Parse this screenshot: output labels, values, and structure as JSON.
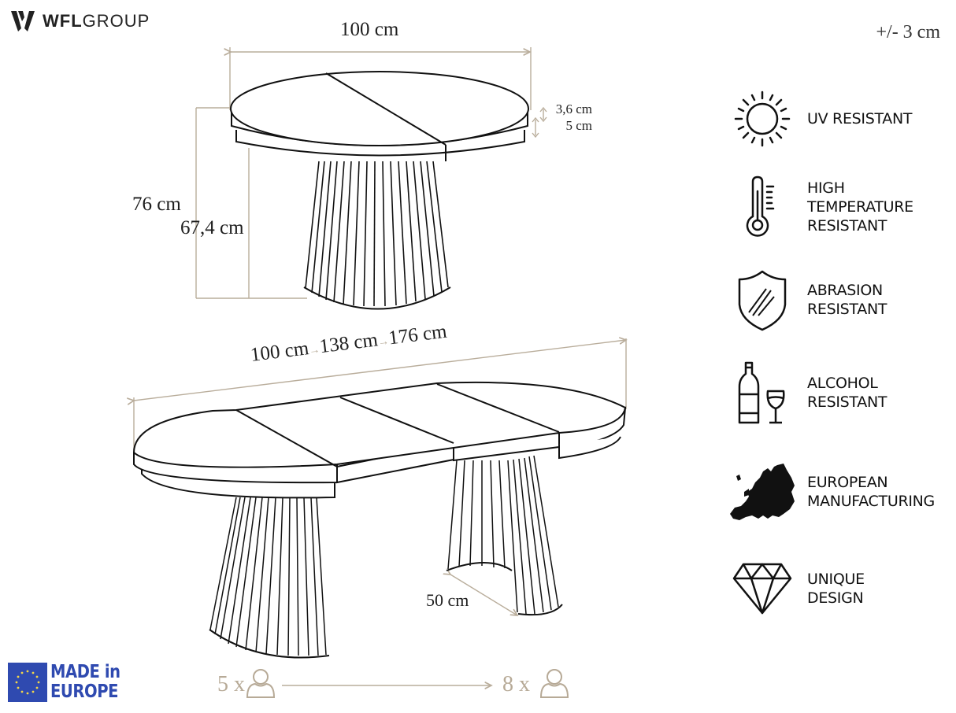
{
  "brand": {
    "logo_mark": "W",
    "name_bold": "WFL",
    "name_light": "GROUP"
  },
  "tolerance": "+/- 3 cm",
  "dimensions": {
    "round_width": "100 cm",
    "total_height": "76 cm",
    "leg_height": "67,4 cm",
    "top_thickness": "3,6 cm",
    "apron_thickness": "5 cm",
    "extended_lengths": [
      "100 cm",
      "138 cm",
      "176 cm"
    ],
    "arrow_glyph": "→",
    "leg_spacing": "50 cm"
  },
  "features": [
    {
      "icon": "sun-icon",
      "lines": [
        "UV RESISTANT"
      ]
    },
    {
      "icon": "thermometer-icon",
      "lines": [
        "HIGH",
        "TEMPERATURE",
        "RESISTANT"
      ]
    },
    {
      "icon": "shield-scratch-icon",
      "lines": [
        "ABRASION",
        "RESISTANT"
      ]
    },
    {
      "icon": "wine-bottle-glass-icon",
      "lines": [
        "ALCOHOL",
        "RESISTANT"
      ]
    },
    {
      "icon": "europe-map-icon",
      "lines": [
        "EUROPEAN",
        "MANUFACTURING"
      ]
    },
    {
      "icon": "diamond-icon",
      "lines": [
        "UNIQUE",
        "DESIGN"
      ]
    }
  ],
  "badge": {
    "line1": "MADE in",
    "line2": "EUROPE",
    "flag_color": "#2f4ab0"
  },
  "seating": {
    "min": "5 x",
    "max": "8 x",
    "icon": "person-icon"
  },
  "colors": {
    "dimension_line": "#b9ad9b",
    "ink": "#111111",
    "eu_blue": "#2f4ab0"
  }
}
